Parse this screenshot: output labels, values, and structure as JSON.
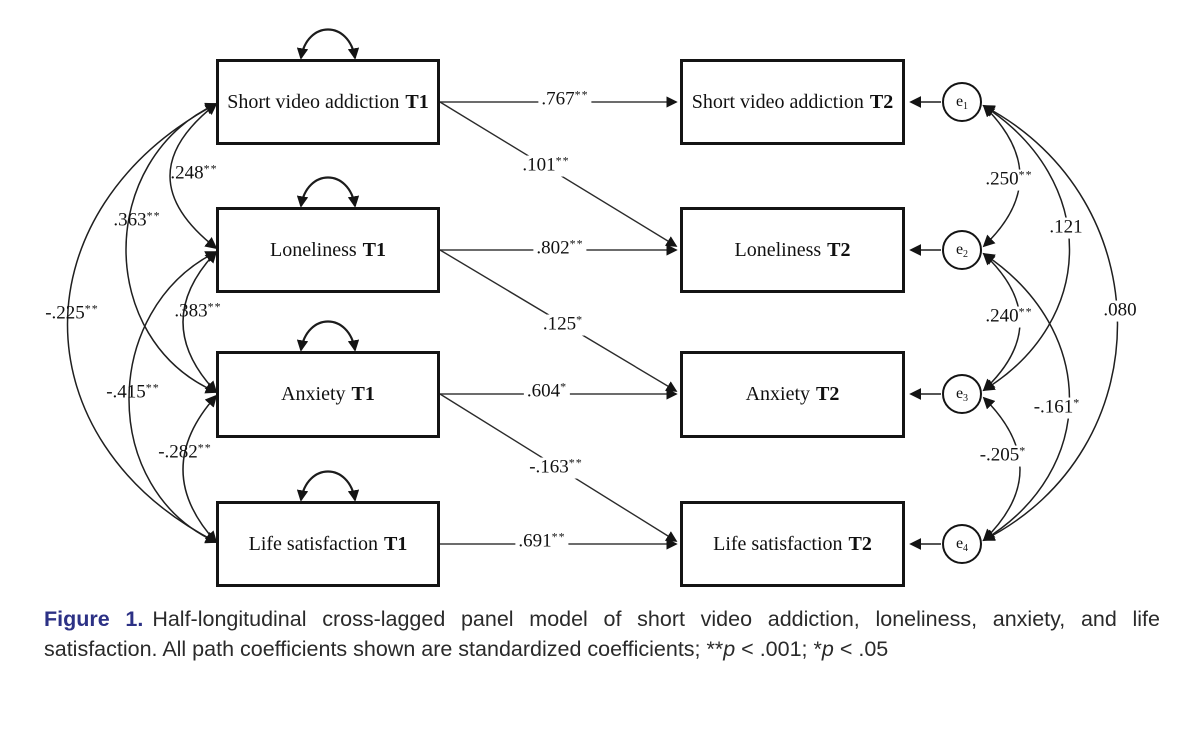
{
  "background": "#ffffff",
  "line_color": "#1f1f1f",
  "caption": {
    "label": "Figure 1.",
    "label_color": "#2c3185",
    "segments": [
      {
        "text": "Half-longitudinal cross-lagged panel model of short video addiction, loneliness, anxiety, and life satisfaction. All path coefficients shown are standardized coefficients; **",
        "italic": false
      },
      {
        "text": "p",
        "italic": true
      },
      {
        "text": " < .001; *",
        "italic": false
      },
      {
        "text": "p",
        "italic": true
      },
      {
        "text": " < .05",
        "italic": false
      }
    ]
  },
  "model": {
    "t1_boxes": [
      {
        "label": "Short video addiction",
        "time": "T1"
      },
      {
        "label": "Loneliness",
        "time": "T1"
      },
      {
        "label": "Anxiety",
        "time": "T1"
      },
      {
        "label": "Life satisfaction",
        "time": "T1"
      }
    ],
    "t2_boxes": [
      {
        "label": "Short video addiction",
        "time": "T2"
      },
      {
        "label": "Loneliness",
        "time": "T2"
      },
      {
        "label": "Anxiety",
        "time": "T2"
      },
      {
        "label": "Life satisfaction",
        "time": "T2"
      }
    ],
    "error_terms": [
      {
        "base": "e",
        "sub": "1"
      },
      {
        "base": "e",
        "sub": "2"
      },
      {
        "base": "e",
        "sub": "3"
      },
      {
        "base": "e",
        "sub": "4"
      }
    ],
    "stability_paths": [
      {
        "from": "Short video addiction T1",
        "to": "Short video addiction T2",
        "value": ".767",
        "sig": "**"
      },
      {
        "from": "Loneliness T1",
        "to": "Loneliness T2",
        "value": ".802",
        "sig": "**"
      },
      {
        "from": "Anxiety T1",
        "to": "Anxiety T2",
        "value": ".604",
        "sig": "*"
      },
      {
        "from": "Life satisfaction T1",
        "to": "Life satisfaction T2",
        "value": ".691",
        "sig": "**"
      }
    ],
    "cross_lagged_paths": [
      {
        "from": "Short video addiction T1",
        "to": "Loneliness T2",
        "value": ".101",
        "sig": "**"
      },
      {
        "from": "Loneliness T1",
        "to": "Anxiety T2",
        "value": ".125",
        "sig": "*"
      },
      {
        "from": "Anxiety T1",
        "to": "Life satisfaction T2",
        "value": "-.163",
        "sig": "**"
      }
    ],
    "t1_covariances": [
      {
        "between": [
          "Short video addiction T1",
          "Loneliness T1"
        ],
        "value": ".248",
        "sig": "**"
      },
      {
        "between": [
          "Short video addiction T1",
          "Anxiety T1"
        ],
        "value": ".363",
        "sig": "**"
      },
      {
        "between": [
          "Short video addiction T1",
          "Life satisfaction T1"
        ],
        "value": "-.225",
        "sig": "**"
      },
      {
        "between": [
          "Loneliness T1",
          "Anxiety T1"
        ],
        "value": ".383",
        "sig": "**"
      },
      {
        "between": [
          "Loneliness T1",
          "Life satisfaction T1"
        ],
        "value": "-.415",
        "sig": "**"
      },
      {
        "between": [
          "Anxiety T1",
          "Life satisfaction T1"
        ],
        "value": "-.282",
        "sig": "**"
      }
    ],
    "error_covariances": [
      {
        "between": [
          "e1",
          "e2"
        ],
        "value": ".250",
        "sig": "**"
      },
      {
        "between": [
          "e1",
          "e3"
        ],
        "value": ".121",
        "sig": ""
      },
      {
        "between": [
          "e1",
          "e4"
        ],
        "value": ".080",
        "sig": ""
      },
      {
        "between": [
          "e2",
          "e3"
        ],
        "value": ".240",
        "sig": "**"
      },
      {
        "between": [
          "e2",
          "e4"
        ],
        "value": "-.161",
        "sig": "*"
      },
      {
        "between": [
          "e3",
          "e4"
        ],
        "value": "-.205",
        "sig": "*"
      }
    ]
  }
}
